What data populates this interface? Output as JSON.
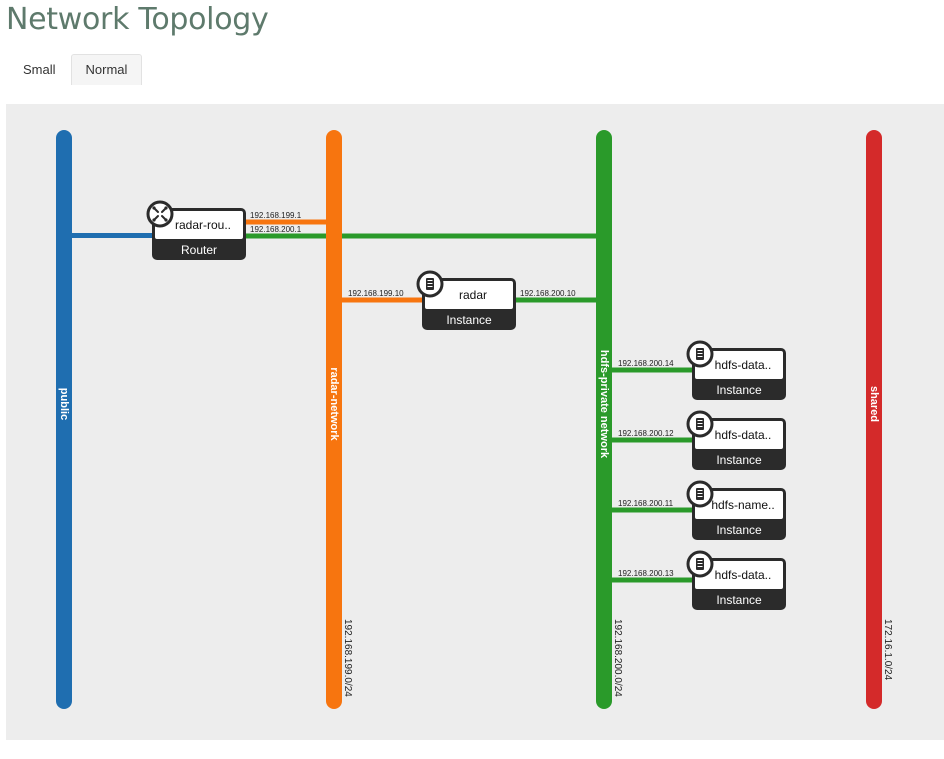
{
  "page": {
    "title": "Network Topology"
  },
  "tabs": [
    {
      "label": "Small",
      "active": false
    },
    {
      "label": "Normal",
      "active": true
    }
  ],
  "networks": [
    {
      "id": "public",
      "name": "public",
      "cidr": "",
      "color": "#1f6eb0"
    },
    {
      "id": "radar",
      "name": "radar-network",
      "cidr": "192.168.199.0/24",
      "color": "#f7750f"
    },
    {
      "id": "hdfs",
      "name": "hdfs-private network",
      "cidr": "192.168.200.0/24",
      "color": "#2a9a2a"
    },
    {
      "id": "shared",
      "name": "shared",
      "cidr": "172.16.1.0/24",
      "color": "#d42a2a"
    }
  ],
  "devices": [
    {
      "name": "radar-rou..",
      "type": "Router",
      "icon": "router-icon",
      "ports": [
        {
          "network": "radar",
          "ip": "192.168.199.1"
        },
        {
          "network": "hdfs",
          "ip": "192.168.200.1"
        }
      ]
    },
    {
      "name": "radar",
      "type": "Instance",
      "icon": "server-icon",
      "ports": [
        {
          "network": "radar",
          "ip": "192.168.199.10"
        },
        {
          "network": "hdfs",
          "ip": "192.168.200.10"
        }
      ]
    },
    {
      "name": "hdfs-data..",
      "type": "Instance",
      "icon": "server-icon",
      "ports": [
        {
          "network": "hdfs",
          "ip": "192.168.200.14"
        }
      ]
    },
    {
      "name": "hdfs-data..",
      "type": "Instance",
      "icon": "server-icon",
      "ports": [
        {
          "network": "hdfs",
          "ip": "192.168.200.12"
        }
      ]
    },
    {
      "name": "hdfs-name..",
      "type": "Instance",
      "icon": "server-icon",
      "ports": [
        {
          "network": "hdfs",
          "ip": "192.168.200.11"
        }
      ]
    },
    {
      "name": "hdfs-data..",
      "type": "Instance",
      "icon": "server-icon",
      "ports": [
        {
          "network": "hdfs",
          "ip": "192.168.200.13"
        }
      ]
    }
  ]
}
